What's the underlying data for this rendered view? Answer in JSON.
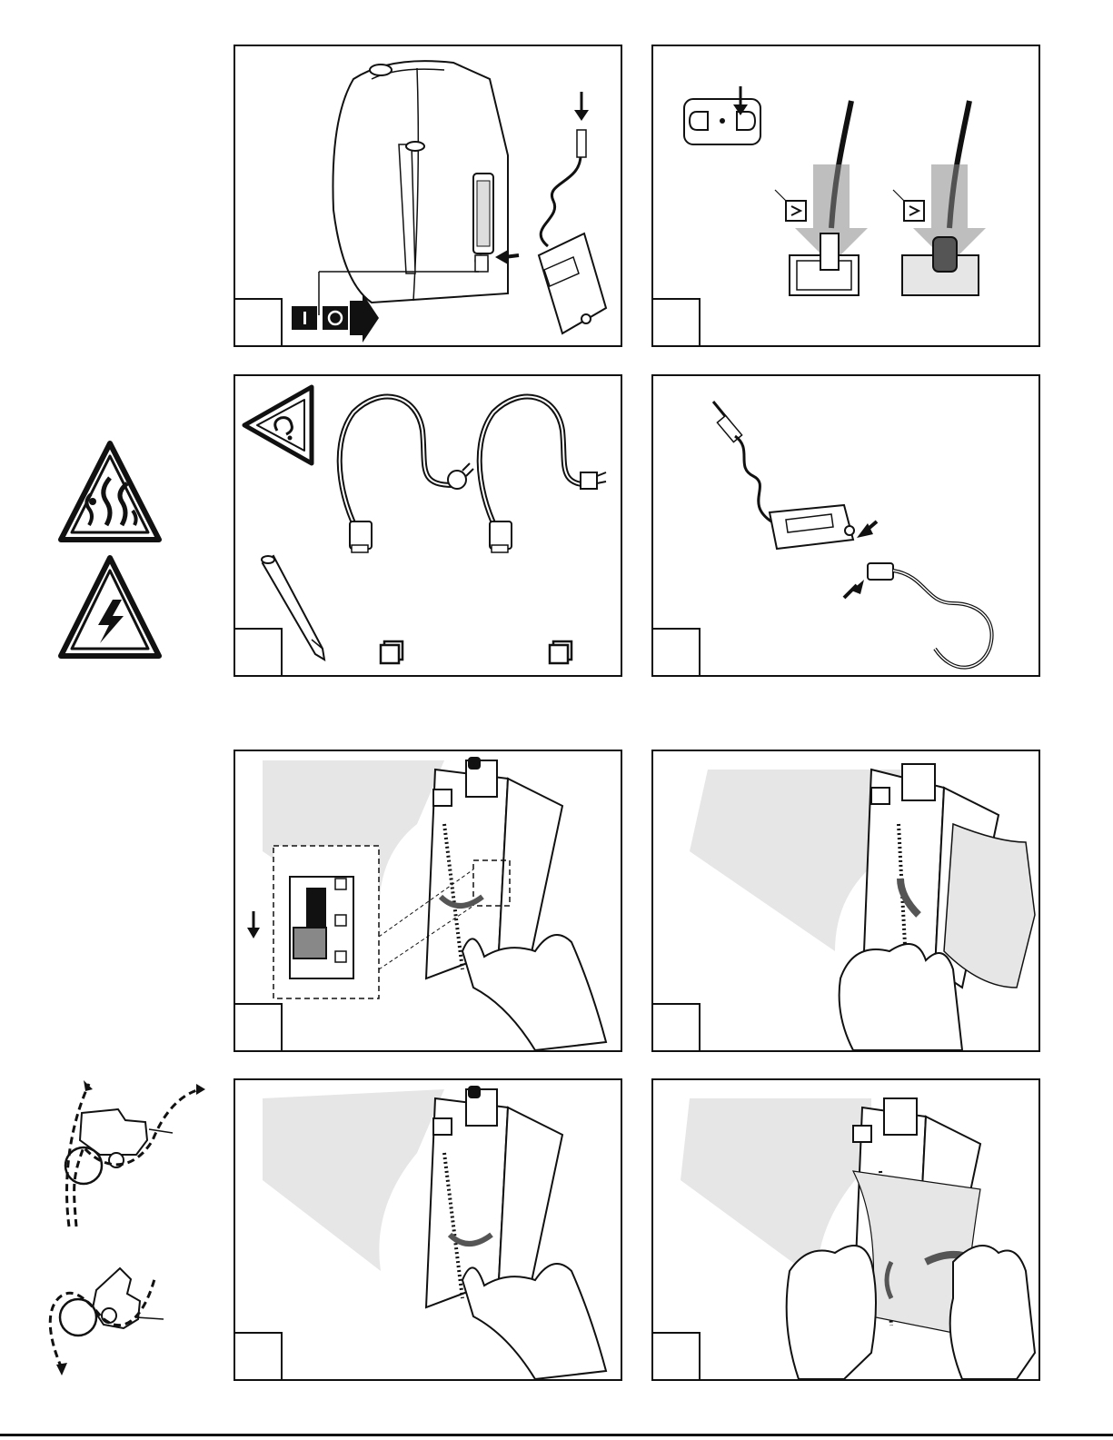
{
  "document": {
    "title": "",
    "panels": [
      {
        "id": "p1",
        "icons": [
          "printer-rear-icon",
          "power-switch-icon",
          "power-adapter-icon"
        ],
        "step_number": ""
      },
      {
        "id": "p2",
        "icons": [
          "wall-outlet-icon",
          "power-plug-icon",
          "power-plug-icon"
        ],
        "step_number": ""
      },
      {
        "id": "p3",
        "icons": [
          "question-warning-icon",
          "power-cord-icon",
          "power-cord-icon",
          "pencil-icon",
          "checkbox-icon",
          "checkbox-icon"
        ],
        "step_number": ""
      },
      {
        "id": "p4",
        "icons": [
          "power-adapter-icon",
          "power-cord-icon"
        ],
        "step_number": ""
      },
      {
        "id": "p5",
        "icons": [
          "printer-open-icon",
          "media-guide-switch-icon",
          "hand-icon"
        ],
        "step_number": ""
      },
      {
        "id": "p6",
        "icons": [
          "printer-open-icon",
          "paper-media-icon",
          "hand-icon"
        ],
        "step_number": ""
      },
      {
        "id": "p7",
        "icons": [
          "printer-open-icon",
          "hand-icon"
        ],
        "step_number": ""
      },
      {
        "id": "p8",
        "icons": [
          "printer-open-icon",
          "paper-media-icon",
          "hand-icon",
          "hand-icon"
        ],
        "step_number": ""
      }
    ],
    "side_icons": [
      "hot-surface-warning-icon",
      "electric-shock-warning-icon",
      "media-path-peel-icon",
      "media-path-tear-icon"
    ],
    "colors": {
      "ink": "#111111",
      "paper": "#e6e6e6",
      "hand": "#ffffff"
    }
  }
}
